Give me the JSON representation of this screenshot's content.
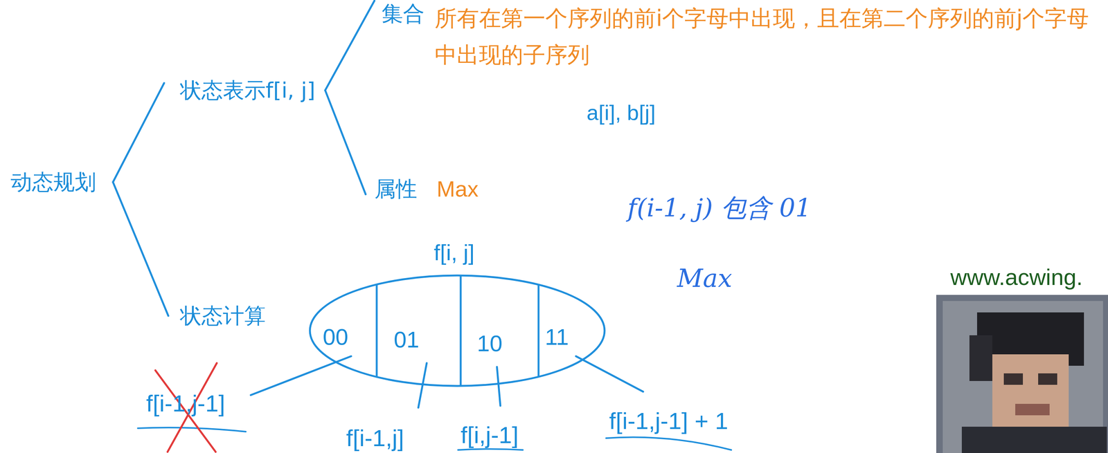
{
  "diagram": {
    "nodes": [
      {
        "text": [
          "f[i, j]"
        ]
      },
      {
        "text": [
          "00"
        ],
        "in": 0
      },
      {
        "text": [
          "01"
        ],
        "in": 0
      },
      {
        "text": [
          "10"
        ],
        "in": 0
      },
      {
        "text": [
          "11"
        ],
        "in": 0
      }
    ],
    "labels": [
      "动态规划",
      "状态表示f[i, j]",
      "状态计算",
      "集合",
      "所有在第一个序列的前i个字母中出现，且在第二个序列的前j个字母中出现的子序列",
      "属性",
      "Max",
      "a[i], b[j]",
      "f(i-1, j) 包含 01",
      "Max",
      "f[i-1,j-1]",
      "f[i-1,j]",
      "f[i,j-1]",
      "f[i-1,j-1] + 1",
      "www.acwing."
    ]
  }
}
